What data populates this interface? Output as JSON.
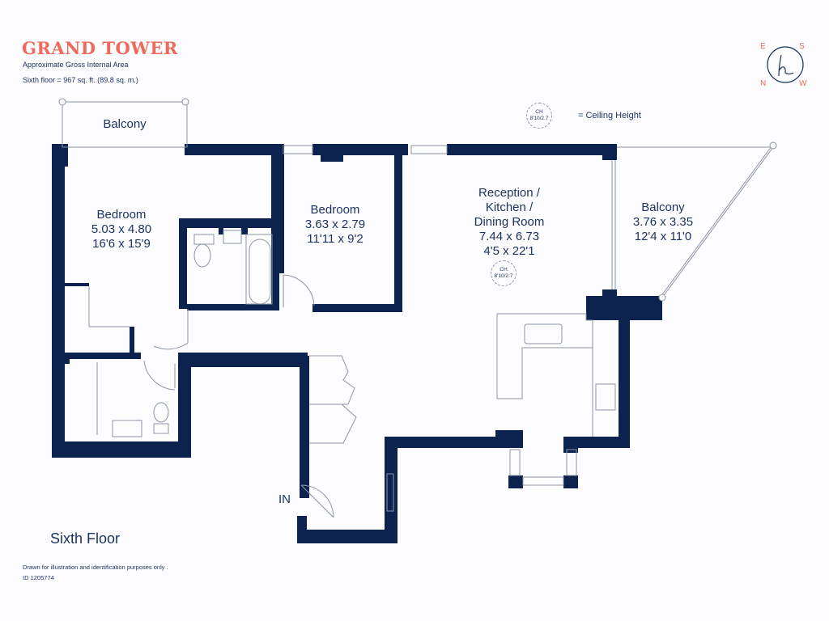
{
  "header": {
    "title": "GRAND TOWER",
    "subtitle": "Approximate Gross Internal Area",
    "area": "Sixth floor = 967 sq. ft. (89.8 sq. m.)"
  },
  "compass": {
    "logo_letter": "h",
    "directions": {
      "top_left": "E",
      "top_right": "S",
      "bottom_left": "N",
      "bottom_right": "W"
    }
  },
  "legend": {
    "badge_top": "CH",
    "badge_bottom": "8'10/2.7",
    "text": "= Ceiling Height"
  },
  "rooms": [
    {
      "name": "Balcony",
      "metric": "",
      "imperial": ""
    },
    {
      "name": "Bedroom",
      "metric": "5.03 x 4.80",
      "imperial": "16'6 x 15'9"
    },
    {
      "name": "Bedroom",
      "metric": "3.63 x 2.79",
      "imperial": "11'11 x 9'2"
    },
    {
      "name_line1": "Reception /",
      "name_line2": "Kitchen /",
      "name_line3": "Dining Room",
      "metric": "7.44 x 6.73",
      "imperial": "4'5 x 22'1",
      "ceiling_top": "CH",
      "ceiling_bottom": "8'10/2.7"
    },
    {
      "name": "Balcony",
      "metric": "3.76 x 3.35",
      "imperial": "12'4 x 11'0"
    }
  ],
  "entrance_label": "IN",
  "footer": {
    "floor_name": "Sixth Floor",
    "disclaimer": "Drawn for illustration and identification purposes only .",
    "id": "ID 1205774"
  },
  "colors": {
    "wall": "#0c2350",
    "accent": "#ef6a5a",
    "line": "#8c94a8"
  }
}
